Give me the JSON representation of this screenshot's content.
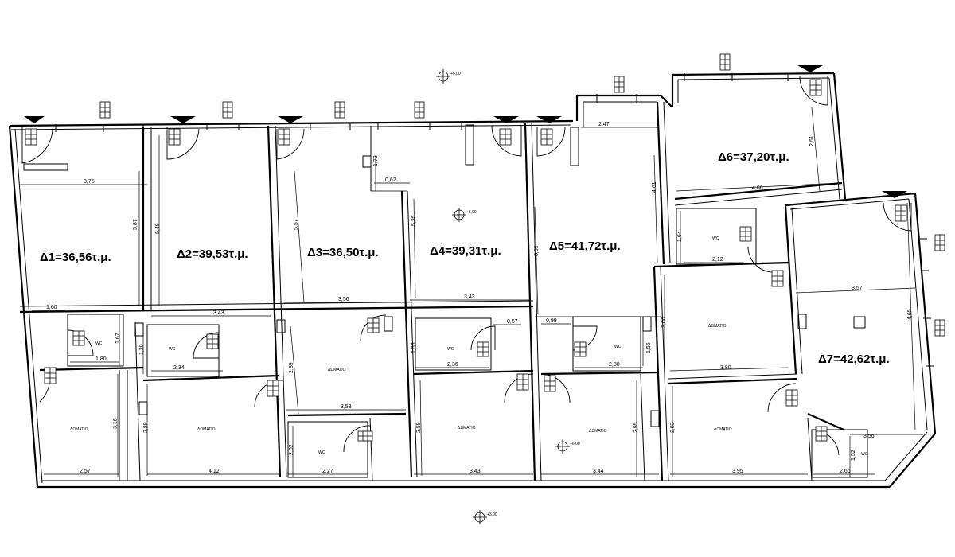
{
  "units": [
    {
      "id": "D1",
      "label": "Δ1=36,56τ.μ."
    },
    {
      "id": "D2",
      "label": "Δ2=39,53τ.μ."
    },
    {
      "id": "D3",
      "label": "Δ3=36,50τ.μ."
    },
    {
      "id": "D4",
      "label": "Δ4=39,31τ.μ."
    },
    {
      "id": "D5",
      "label": "Δ5=41,72τ.μ."
    },
    {
      "id": "D6",
      "label": "Δ6=37,20τ.μ."
    },
    {
      "id": "D7",
      "label": "Δ7=42,62τ.μ."
    }
  ],
  "dimensions": {
    "d1_width": "3,75",
    "d1_height": "5,87",
    "d1_small": "1,60",
    "d1_wc": "1,80",
    "d1_wc_h": "1,67",
    "d1_room_h": "3,16",
    "d1_bottom": "2,57",
    "d2_height": "5,49",
    "d2_mid": "3,43",
    "d2_wc": "2,34",
    "d2_wc_h": "1,30",
    "d2_room_h": "2,89",
    "d2_bottom": "4,12",
    "d3_height": "5,57",
    "d3_mid": "3,56",
    "d3_small": "1,72",
    "d3_step": "0,62",
    "d3_room_h": "2,89",
    "d3_room_w": "3,53",
    "d3_wc_h": "2,02",
    "d3_bottom": "2,27",
    "d4_height": "5,35",
    "d4_mid": "3,43",
    "d4_small": "0,57",
    "d4_wc_h": "1,55",
    "d4_wc": "2,36",
    "d4_room_h": "2,59",
    "d4_bottom": "3,43",
    "d5_height": "6,99",
    "d5_top": "2,47",
    "d5_right": "4,61",
    "d5_small": "0,99",
    "d5_wc": "2,30",
    "d5_wc_h": "1,56",
    "d5_room_h": "2,95",
    "d5_bottom": "3,44",
    "d6_w": "4,66",
    "d6_h": "2,51",
    "d6_wc_h": "1,64",
    "d6_wc": "2,12",
    "d6_room_h": "3,00",
    "d6_room_w": "3,80",
    "d7_w": "3,57",
    "d7_h": "4,65",
    "d7_room_h": "2,83",
    "d7_room_w": "3,95",
    "d7_small": "3,56",
    "d7_wc_h": "1,52",
    "d7_bottom": "2,66"
  },
  "room_labels": {
    "wc": "WC",
    "room": "ΔΩΜΑΤΙΟ"
  },
  "elevations": {
    "top": "+6,00",
    "d4": "+6,00",
    "d5": "+6,00",
    "bottom": "+3,00"
  }
}
